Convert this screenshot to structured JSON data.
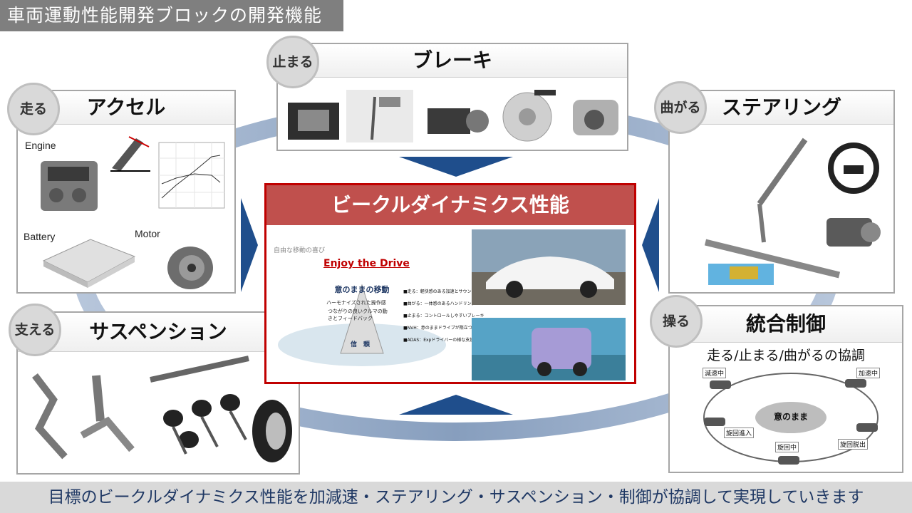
{
  "title": "車両運動性能開発ブロックの開発機能",
  "center": {
    "title": "ビークルダイナミクス性能",
    "tagline": "自由な移動の喜び",
    "enjoy": "Enjoy the Drive",
    "pyramid_title": "意のままの移動",
    "pyramid_line1": "ハーモナイズされた操作感",
    "pyramid_line2": "つながりの良いクルマの動きとフィードバック",
    "pyramid_base": "信　頼",
    "bullets": [
      "■走る：軽快感のある加速とサウンド",
      "■曲がる：一体感のあるハンドリング",
      "■止まる：コントロールしやすいブレーキ",
      "■NVH：意のままドライブが際立つ",
      "■ADAS：Expドライバーの様な支援"
    ]
  },
  "panels": {
    "accel": {
      "verb": "走る",
      "title": "アクセル",
      "labels": {
        "engine": "Engine",
        "battery": "Battery",
        "motor": "Motor"
      }
    },
    "brake": {
      "verb": "止まる",
      "title": "ブレーキ"
    },
    "steer": {
      "verb": "曲がる",
      "title": "ステアリング"
    },
    "susp": {
      "verb": "支える",
      "title": "サスペンション"
    },
    "control": {
      "verb": "操る",
      "title": "統合制御",
      "subtitle": "走る/止まる/曲がるの協調",
      "center_label": "意のまま",
      "tags": [
        "減速中",
        "加速中",
        "旋回進入",
        "旋回中",
        "旋回脱出"
      ]
    }
  },
  "footer": "目標のビークルダイナミクス性能を加減速・ステアリング・サスペンション・制御が協調して実現していきます",
  "colors": {
    "accent_red": "#c0504d",
    "loop_blue": "#4f6e99",
    "footer_text": "#1f3864"
  }
}
